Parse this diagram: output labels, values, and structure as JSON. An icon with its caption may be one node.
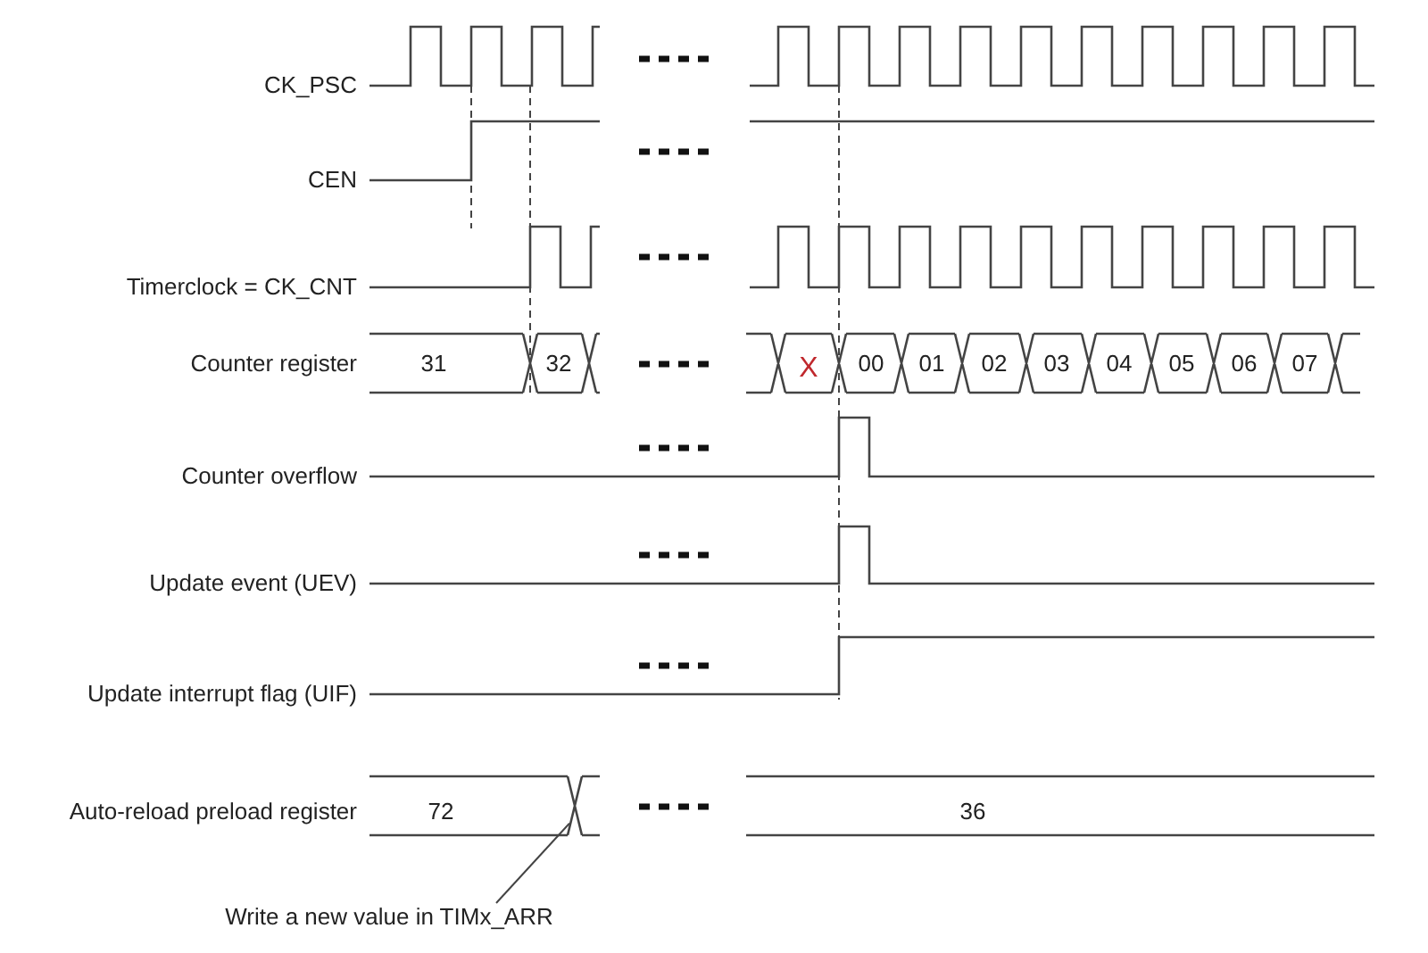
{
  "diagram": {
    "nodes": [
      {
        "text": [
          "Write a new value in TIMx_ARR"
        ]
      },
      {
        "text": [],
        "shape": "cross"
      }
    ],
    "edges": [
      {
        "from": 0,
        "to": 1,
        "arrow": "none"
      }
    ],
    "labels": [
      "CK_PSC",
      "CEN",
      "Timerclock = CK_CNT",
      "Counter register",
      "31",
      "32",
      "X",
      "00",
      "01",
      "02",
      "03",
      "04",
      "05",
      "06",
      "07",
      "Counter overflow",
      "Update event (UEV)",
      "Update interrupt flag (UIF)",
      "Auto-reload preload register",
      "72",
      "36"
    ]
  }
}
